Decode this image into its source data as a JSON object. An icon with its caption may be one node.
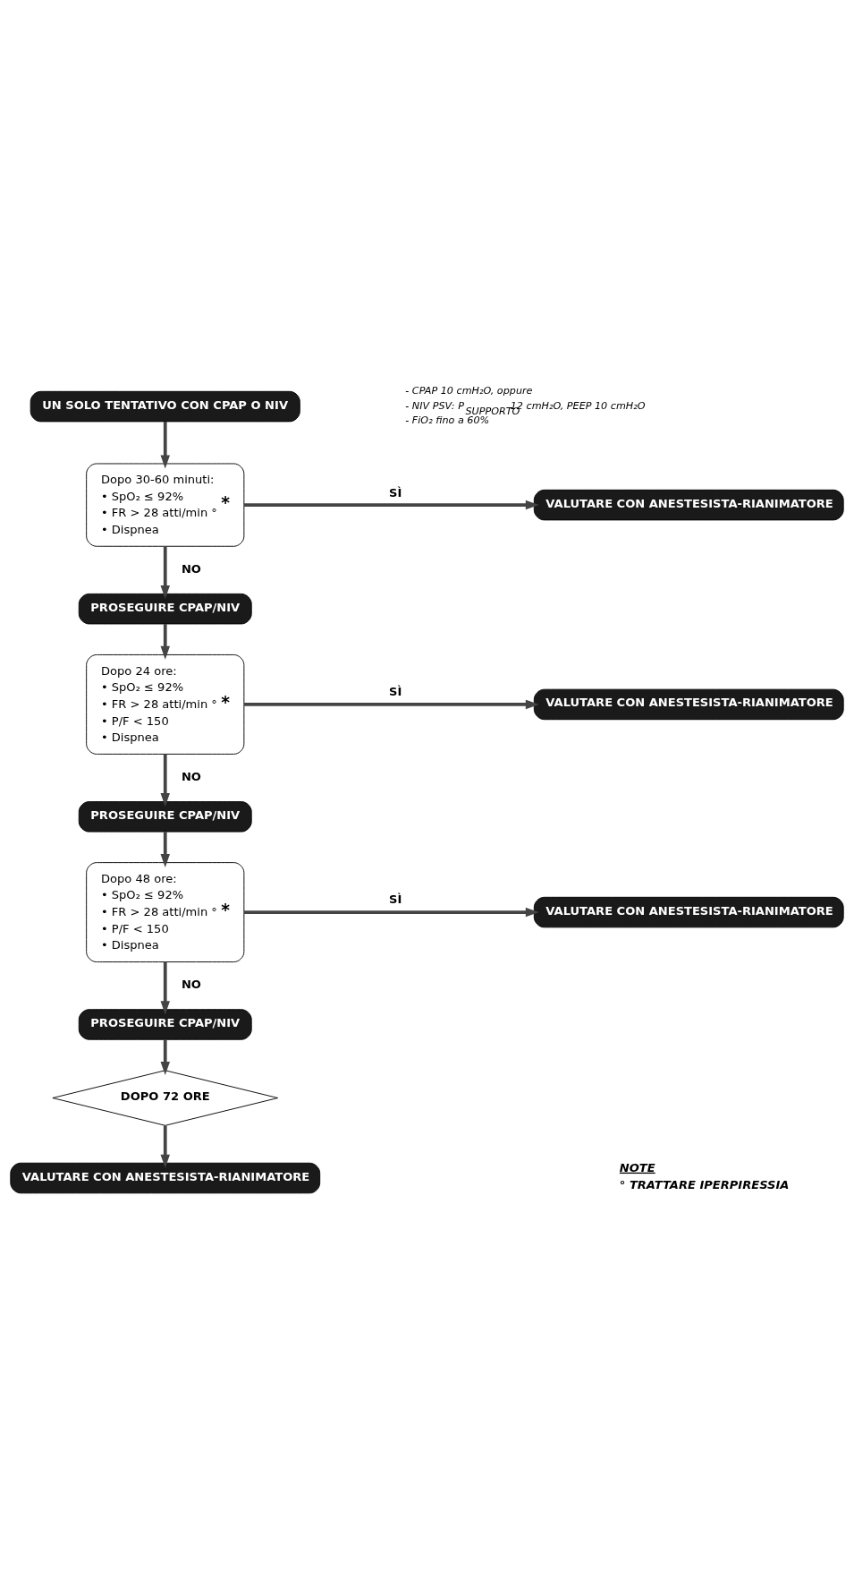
{
  "diagram": {
    "nodes": [
      {
        "text": [
          "UN SOLO TENTATIVO CON CPAP O NIV"
        ],
        "beside": [
          "- CPAP 10 cmH₂O, oppure",
          "- NIV PSV: P$_{SUPPORTO}$ 12 cmH₂O, PEEP 10 cmH₂O",
          "- FiO₂ fino a 60%"
        ]
      },
      {
        "text": [
          "Dopo 30-60 minuti:",
          "• SpO₂ ≤ 92%",
          "• FR > 28 atti/min °",
          "• Dispnea",
          "*"
        ]
      },
      {
        "text": [
          "VALUTARE CON ANESTESISTA-RIANIMATORE"
        ]
      },
      {
        "text": [
          "PROSEGUIRE CPAP/NIV"
        ]
      },
      {
        "text": [
          "Dopo 24 ore:",
          "• SpO₂ ≤ 92%",
          "• FR > 28 atti/min °",
          "• P/F < 150",
          "• Dispnea",
          "*"
        ]
      },
      {
        "text": [
          "VALUTARE CON ANESTESISTA-RIANIMATORE"
        ]
      },
      {
        "text": [
          "PROSEGUIRE CPAP/NIV"
        ]
      },
      {
        "text": [
          "Dopo 48 ore:",
          "• SpO₂ ≤ 92%",
          "• FR > 28 atti/min °",
          "• P/F < 150",
          "• Dispnea",
          "*"
        ]
      },
      {
        "text": [
          "VALUTARE CON ANESTESISTA-RIANIMATORE"
        ]
      },
      {
        "text": [
          "PROSEGUIRE CPAP/NIV"
        ]
      },
      {
        "text": [
          "DOPO 72 ORE"
        ]
      },
      {
        "text": [
          "VALUTARE CON ANESTESISTA-RIANIMATORE"
        ]
      }
    ],
    "edges": [
      {
        "from": 0,
        "to": 1,
        "arrow": "to"
      },
      {
        "from": 1,
        "to": 2,
        "arrow": "to",
        "label": "SÌ"
      },
      {
        "from": 1,
        "to": 3,
        "arrow": "to",
        "label": "NO"
      },
      {
        "from": 3,
        "to": 4,
        "arrow": "to"
      },
      {
        "from": 4,
        "to": 5,
        "arrow": "to",
        "label": "SÌ"
      },
      {
        "from": 4,
        "to": 6,
        "arrow": "to",
        "label": "NO"
      },
      {
        "from": 6,
        "to": 7,
        "arrow": "to"
      },
      {
        "from": 7,
        "to": 8,
        "arrow": "to",
        "label": "SÌ"
      },
      {
        "from": 7,
        "to": 9,
        "arrow": "to",
        "label": "NO"
      },
      {
        "from": 9,
        "to": 10,
        "arrow": "to"
      },
      {
        "from": 10,
        "to": 11,
        "arrow": "to"
      }
    ],
    "labels": [
      "NOTE",
      "° TRATTARE IPERPIRESSIA"
    ]
  }
}
